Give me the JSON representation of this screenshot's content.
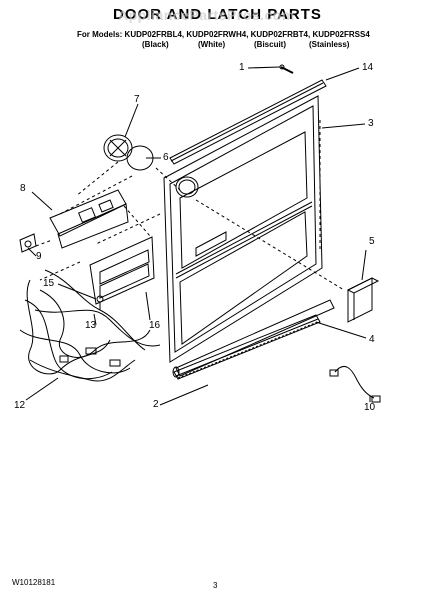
{
  "header": {
    "title": "DOOR AND LATCH PARTS",
    "watermark": "AppliancePartsPros.com",
    "models_line": "For Models: KUDP02FRBL4, KUDP02FRWH4, KUDP02FRBT4, KUDP02FRSS4",
    "colors": [
      "(Black)",
      "(White)",
      "(Biscuit)",
      "(Stainless)"
    ]
  },
  "callouts": {
    "c1": "1",
    "c2": "2",
    "c3": "3",
    "c4": "4",
    "c5": "5",
    "c6": "6",
    "c7": "7",
    "c8": "8",
    "c9": "9",
    "c10": "10",
    "c12": "12",
    "c13": "13",
    "c14": "14",
    "c15": "15",
    "c16": "16"
  },
  "footer": {
    "doc_id": "W10128181",
    "page_number": "3"
  },
  "colors": {
    "ink": "#000000",
    "watermark": "#c8c8c8"
  }
}
